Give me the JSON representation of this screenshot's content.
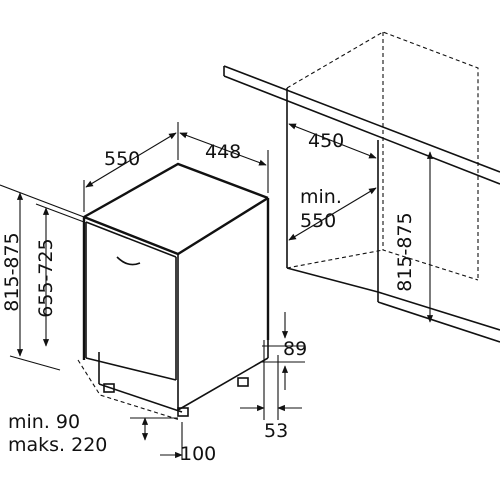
{
  "labels": {
    "depth": "550",
    "width": "448",
    "niche_width": "450",
    "niche_depth_min": "min.",
    "niche_depth_val": "550",
    "niche_height": "815-875",
    "total_height": "815-875",
    "door_height": "655-725",
    "plinth_height": "89",
    "plinth_depth": "53",
    "foot_clearance_min": "min. 90",
    "foot_clearance_max": "maks. 220",
    "foot_depth": "100"
  }
}
